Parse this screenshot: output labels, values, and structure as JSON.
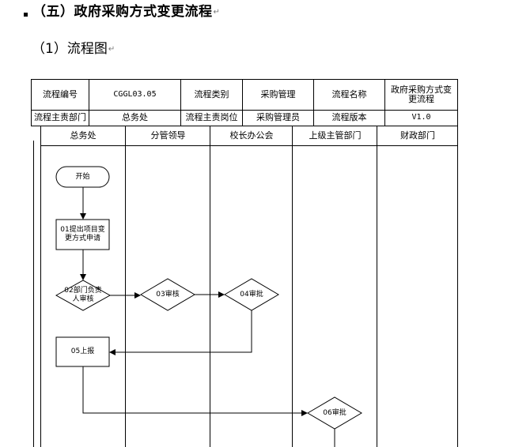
{
  "heading": "（五）政府采购方式变更流程",
  "subheading": "（1）流程图",
  "para_mark": "↵",
  "info_table": {
    "row1": [
      "流程编号",
      "CGGL03.05",
      "流程类别",
      "采购管理",
      "流程名称",
      "政府采购方式变更流程"
    ],
    "row2": [
      "流程主责部门",
      "总务处",
      "流程主责岗位",
      "采购管理员",
      "流程版本",
      "V1.0"
    ]
  },
  "lanes": [
    "总务处",
    "分管领导",
    "校长办公会",
    "上级主管部门",
    "财政部门"
  ],
  "nodes": {
    "start": "开始",
    "n01": "01提出项目变更方式申请",
    "n02": "02部门负责人审核",
    "n03": "03审核",
    "n04": "04审批",
    "n05": "05上报",
    "n06": "06审批"
  }
}
